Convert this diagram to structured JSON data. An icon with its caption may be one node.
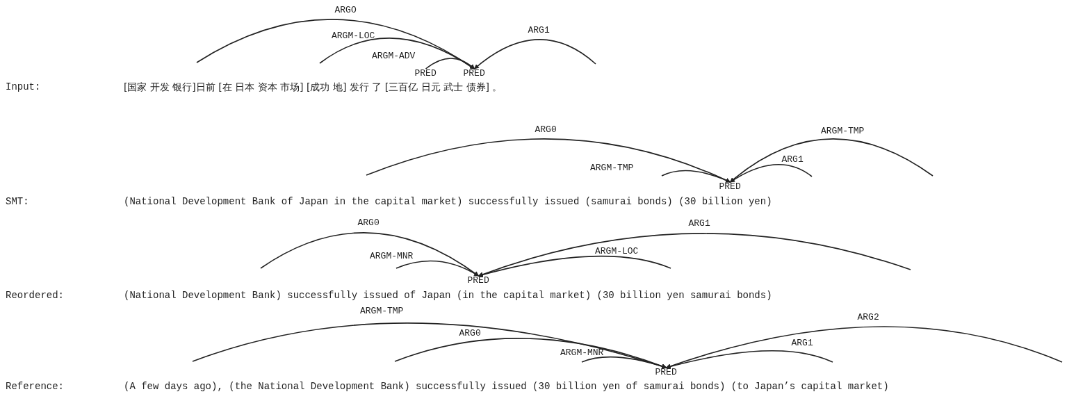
{
  "diagram": {
    "nodes": [
      {
        "text": [
          "PRED"
        ]
      },
      {
        "text": [
          "PRED"
        ]
      },
      {
        "text": [
          "PRED"
        ]
      },
      {
        "text": [
          "PRED"
        ]
      },
      {
        "text": [
          "PRED"
        ]
      }
    ],
    "edges": [
      {
        "from": null,
        "to": 1,
        "arrow": "to",
        "label": "ARGO"
      },
      {
        "from": null,
        "to": 1,
        "arrow": "to",
        "label": "ARGM-LOC"
      },
      {
        "from": 0,
        "to": 1,
        "arrow": "to",
        "label": "ARGM-ADV"
      },
      {
        "from": null,
        "to": 1,
        "arrow": "to",
        "label": "ARG1"
      },
      {
        "from": null,
        "to": 2,
        "arrow": "to",
        "label": "ARG0"
      },
      {
        "from": null,
        "to": 2,
        "arrow": "to",
        "label": "ARGM-TMP"
      },
      {
        "from": null,
        "to": 2,
        "arrow": "to",
        "label": "ARG1"
      },
      {
        "from": null,
        "to": 2,
        "arrow": "to",
        "label": "ARGM-TMP"
      },
      {
        "from": null,
        "to": 3,
        "arrow": "to",
        "label": "ARG0"
      },
      {
        "from": null,
        "to": 3,
        "arrow": "to",
        "label": "ARGM-MNR"
      },
      {
        "from": null,
        "to": 3,
        "arrow": "to",
        "label": "ARG1"
      },
      {
        "from": null,
        "to": 3,
        "arrow": "to",
        "label": "ARGM-LOC"
      },
      {
        "from": null,
        "to": 4,
        "arrow": "to",
        "label": "ARGM-TMP"
      },
      {
        "from": null,
        "to": 4,
        "arrow": "to",
        "label": "ARG0"
      },
      {
        "from": null,
        "to": 4,
        "arrow": "to",
        "label": "ARGM-MNR"
      },
      {
        "from": null,
        "to": 4,
        "arrow": "to",
        "label": "ARG2"
      },
      {
        "from": null,
        "to": 4,
        "arrow": "to",
        "label": "ARG1"
      }
    ],
    "labels": [
      "Input:",
      "[国家 开发 银行]日前 [在 日本 资本 市场] [成功 地] 发行 了 [三百亿 日元 武士 债券] 。",
      "SMT:",
      "(National Development Bank of Japan in the capital market) successfully issued (samurai bonds) (30 billion yen)",
      "Reordered:",
      "(National Development Bank) successfully issued of Japan (in the capital market) (30 billion yen samurai bonds)",
      "Reference:",
      "(A few days ago), (the National Development Bank) successfully issued (30 billion yen of samurai bonds) (to Japan’s capital market)"
    ]
  }
}
